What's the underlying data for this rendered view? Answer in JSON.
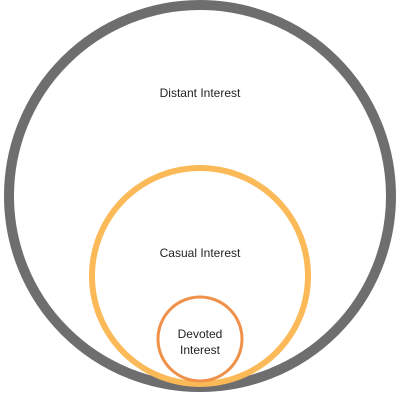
{
  "diagram": {
    "rings": [
      {
        "name": "outer",
        "label": "Distant Interest",
        "color": "#6e6e6e"
      },
      {
        "name": "middle",
        "label": "Casual Interest",
        "color": "#fbb957"
      },
      {
        "name": "inner",
        "label_line1": "Devoted",
        "label_line2": "Interest",
        "color": "#f0914a"
      }
    ]
  }
}
